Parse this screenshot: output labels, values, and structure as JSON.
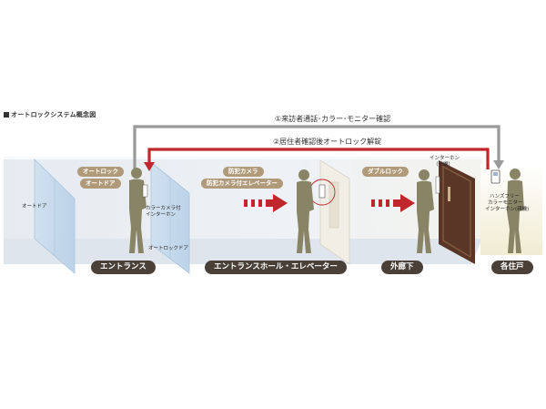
{
  "diagram": {
    "title": "オートロックシステム概念図",
    "flow_top": "①来訪者通話･カラー･モニター確認",
    "flow_red": "②居住者確認後オートロック解錠",
    "tags": {
      "autolock": "オートロック",
      "autodoor": "オートドア",
      "camera": "防犯カメラ",
      "camera_elevator": "防犯カメラ付エレベーター",
      "double_lock": "ダブルロック"
    },
    "labels": {
      "auto_door": "オートドア",
      "color_camera_1": "カラーカメラ付",
      "color_camera_2": "インターホン",
      "autolock_door": "オートロックドア",
      "interphone_1": "インターホン",
      "interphone_2": "（子機）",
      "handsfree_1": "ハンズフリー",
      "handsfree_2": "カラーモニター",
      "handsfree_3": "インターホン(親機)"
    },
    "zones": {
      "entrance": "エントランス",
      "hall": "エントランスホール・エレベーター",
      "corridor": "外廊下",
      "home": "各住戸"
    },
    "colors": {
      "flow_gray": "#9a9a9a",
      "flow_red": "#c0272d",
      "tag_bg": "#b09a7a",
      "zone_bg": "#4a4038",
      "silhouette": "#8a8466"
    }
  }
}
